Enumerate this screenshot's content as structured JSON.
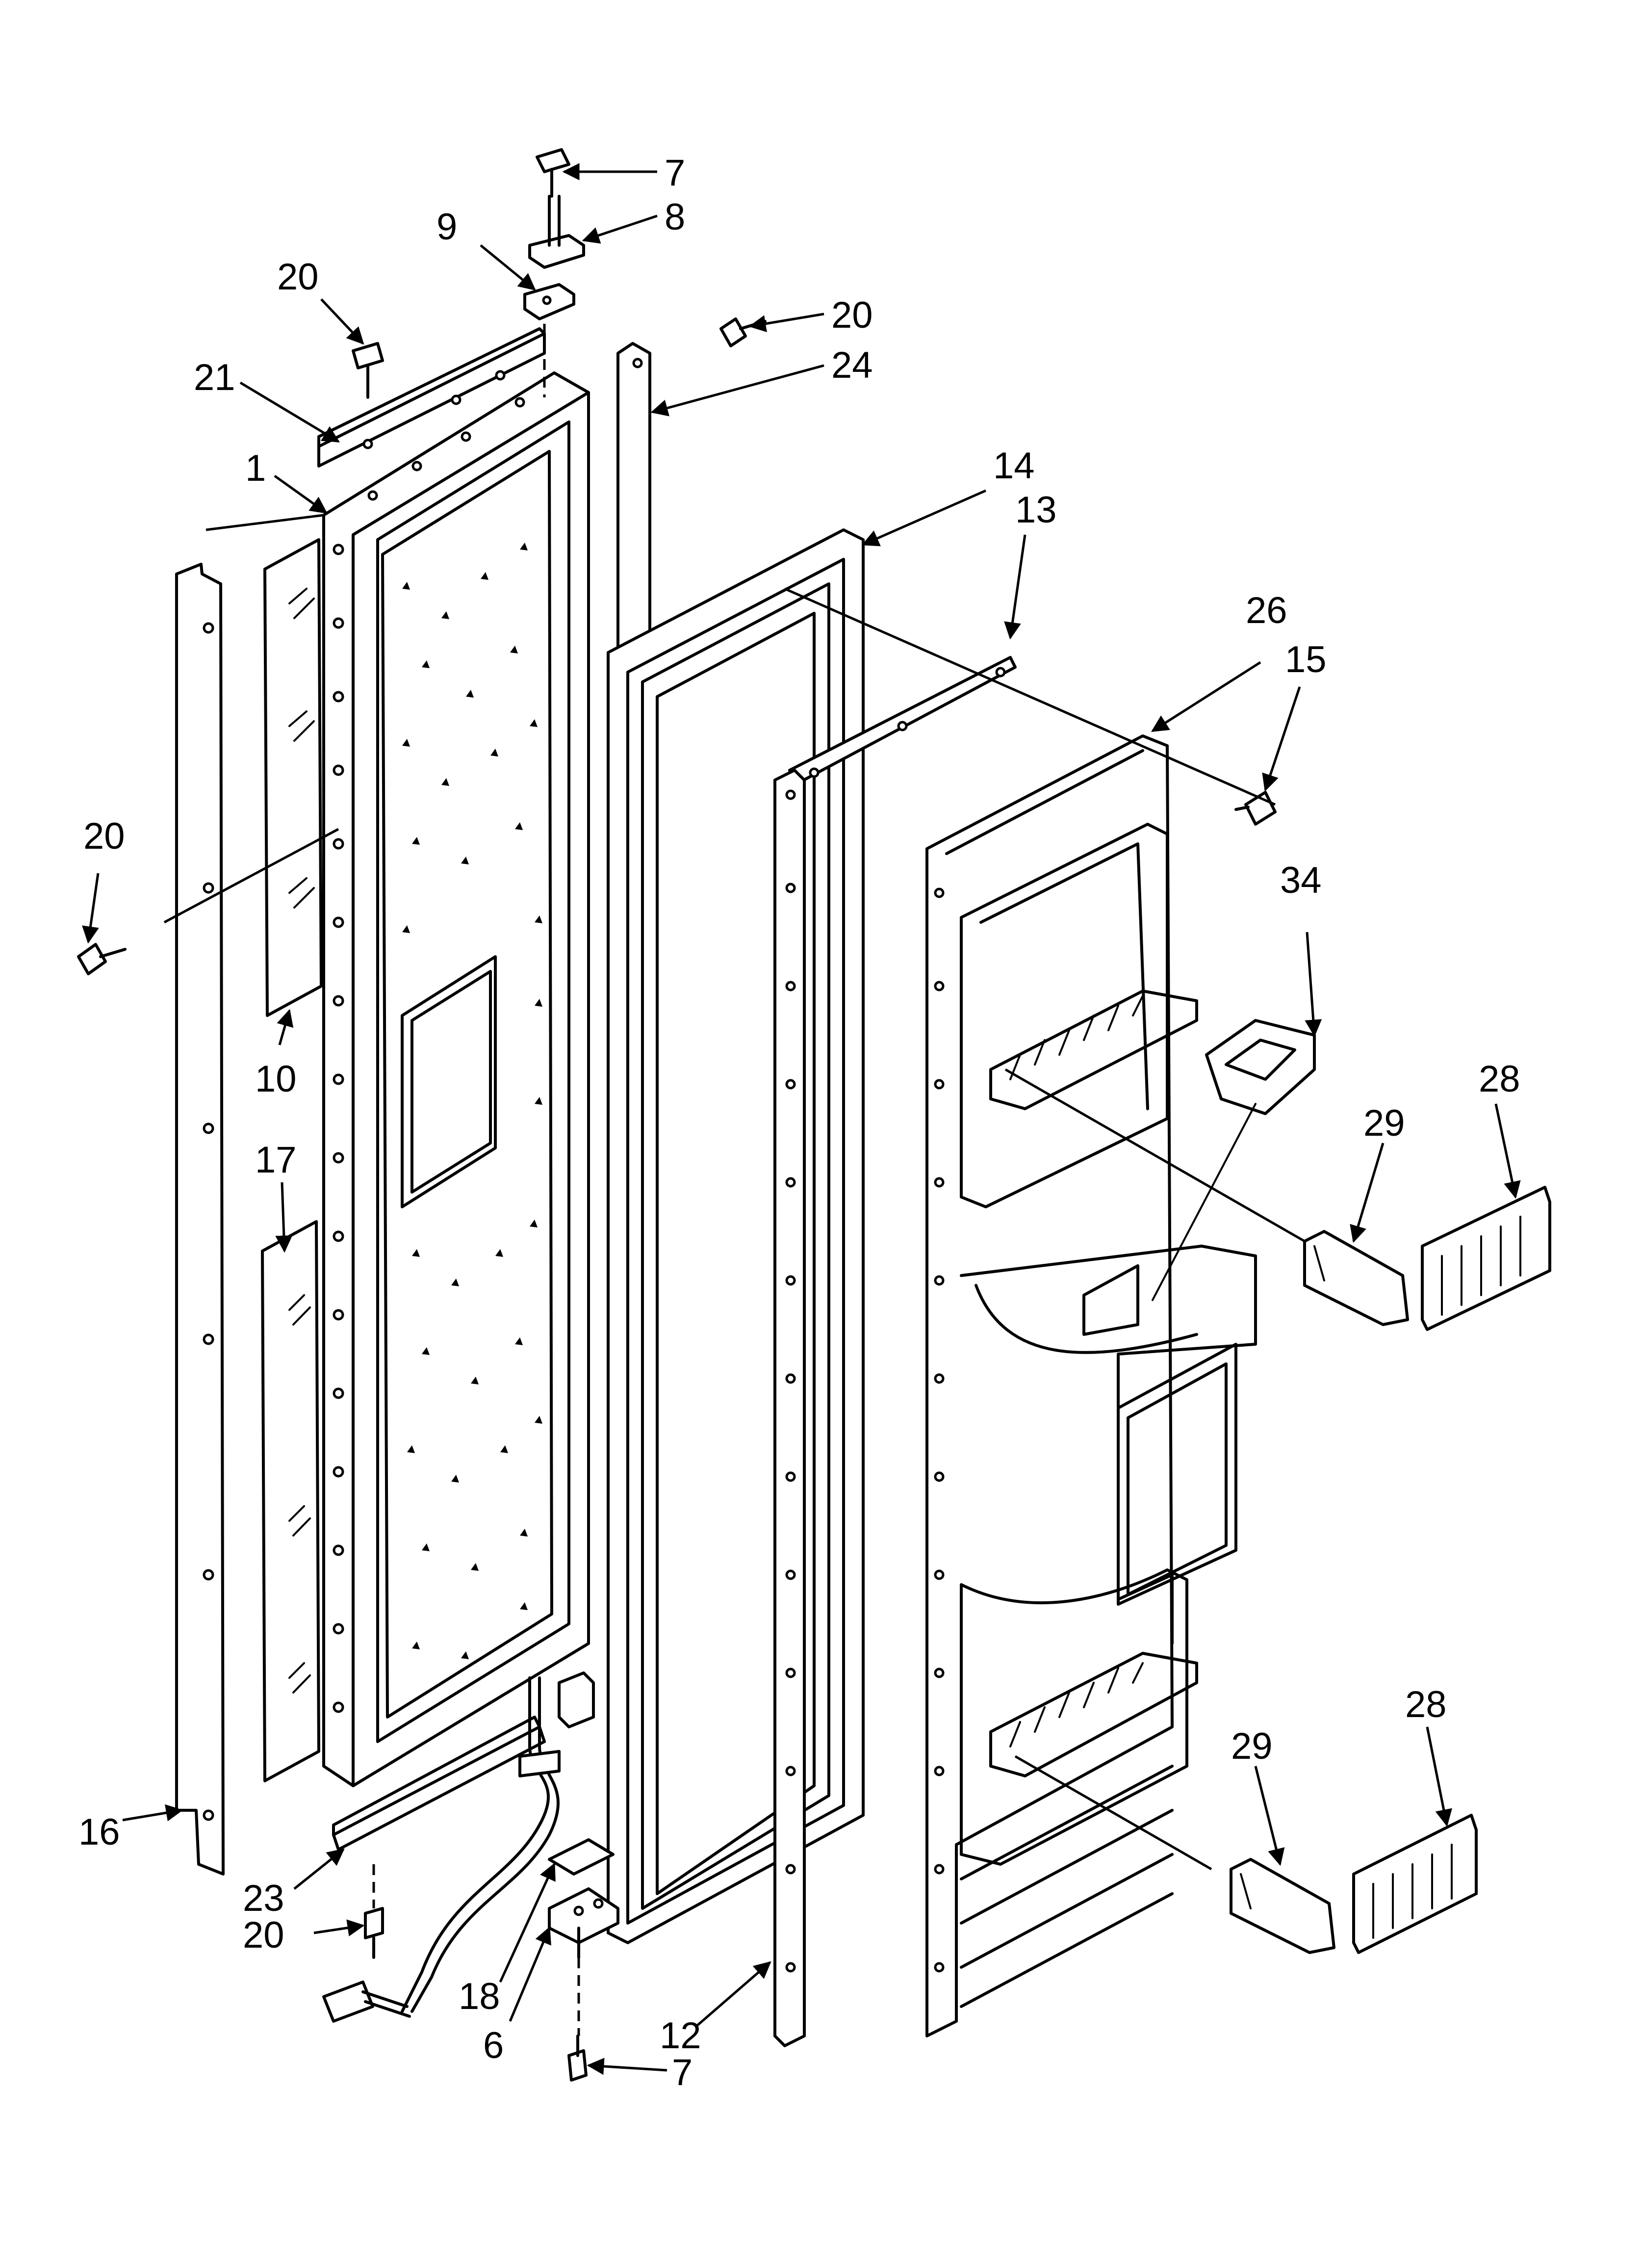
{
  "diagram": {
    "callouts": [
      {
        "id": "c7a",
        "label": "7"
      },
      {
        "id": "c8",
        "label": "8"
      },
      {
        "id": "c9",
        "label": "9"
      },
      {
        "id": "c20a",
        "label": "20"
      },
      {
        "id": "c20b",
        "label": "20"
      },
      {
        "id": "c21",
        "label": "21"
      },
      {
        "id": "c24",
        "label": "24"
      },
      {
        "id": "c1",
        "label": "1"
      },
      {
        "id": "c14",
        "label": "14"
      },
      {
        "id": "c13",
        "label": "13"
      },
      {
        "id": "c26",
        "label": "26"
      },
      {
        "id": "c15",
        "label": "15"
      },
      {
        "id": "c20c",
        "label": "20"
      },
      {
        "id": "c34",
        "label": "34"
      },
      {
        "id": "c28a",
        "label": "28"
      },
      {
        "id": "c29a",
        "label": "29"
      },
      {
        "id": "c10",
        "label": "10"
      },
      {
        "id": "c17",
        "label": "17"
      },
      {
        "id": "c28b",
        "label": "28"
      },
      {
        "id": "c29b",
        "label": "29"
      },
      {
        "id": "c16",
        "label": "16"
      },
      {
        "id": "c23",
        "label": "23"
      },
      {
        "id": "c20d",
        "label": "20"
      },
      {
        "id": "c18",
        "label": "18"
      },
      {
        "id": "c6",
        "label": "6"
      },
      {
        "id": "c12",
        "label": "12"
      },
      {
        "id": "c7b",
        "label": "7"
      }
    ]
  }
}
